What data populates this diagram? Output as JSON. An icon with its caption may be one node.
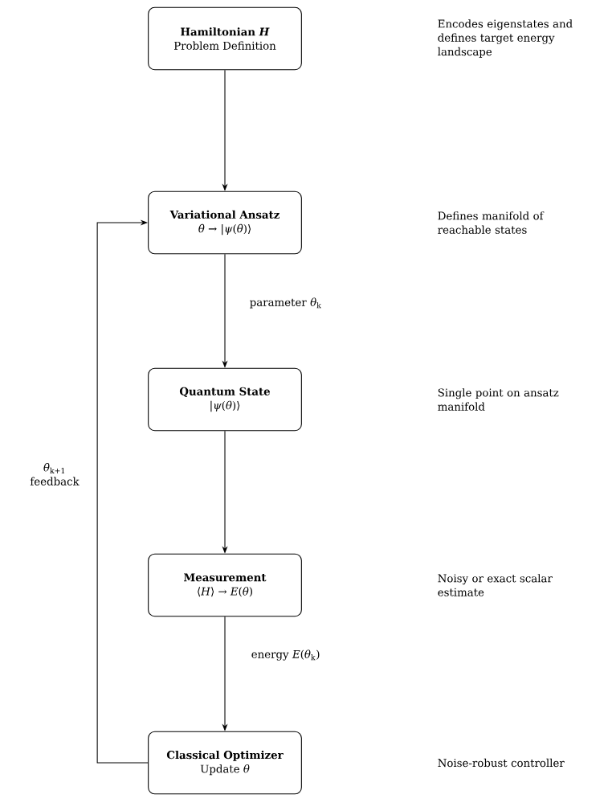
{
  "diagram": {
    "nodes": [
      {
        "text": [
          "Hamiltonian *H*",
          "Problem Definition"
        ]
      },
      {
        "text": [
          "Variational Ansatz",
          "*θ* → |*ψ*(*θ*)⟩"
        ]
      },
      {
        "text": [
          "Quantum State",
          "|*ψ*(*θ*)⟩"
        ]
      },
      {
        "text": [
          "Measurement",
          "⟨*H*⟩ → *E*(*θ*)"
        ]
      },
      {
        "text": [
          "Classical Optimizer",
          "Update *θ*"
        ]
      }
    ],
    "edges": [
      {
        "from": 0,
        "to": 1,
        "arrow": "to"
      },
      {
        "from": 1,
        "to": 2,
        "arrow": "to",
        "label": "parameter *θ*$_{k}$"
      },
      {
        "from": 2,
        "to": 3,
        "arrow": "to"
      },
      {
        "from": 3,
        "to": 4,
        "arrow": "to",
        "label": "energy *E*(*θ*$_{k}$)"
      },
      {
        "from": 4,
        "to": 1,
        "arrow": "to",
        "label": "*θ*$_{k+1}$ feedback"
      }
    ],
    "labels": [
      "Encodes eigenstates and defines target energy landscape",
      "Defines manifold of reachable states",
      "Single point on ansatz manifold",
      "Noisy or exact scalar estimate",
      "Noise-robust controller"
    ]
  }
}
